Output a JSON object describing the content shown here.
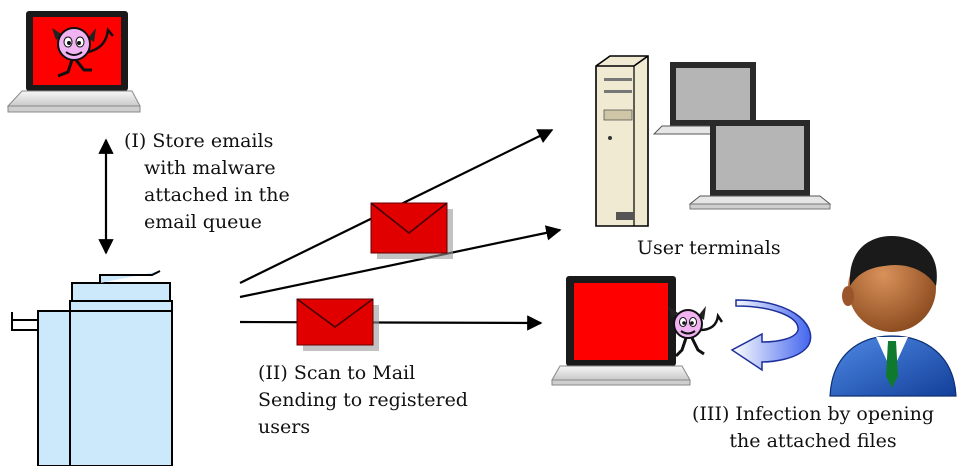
{
  "labels": {
    "step1": [
      "(I) Store emails",
      "with malware",
      "attached in the",
      "email queue"
    ],
    "user_terminals": "User terminals",
    "step2": [
      "(II) Scan to Mail",
      "Sending to registered",
      "users"
    ],
    "step3": [
      "(III) Infection by opening",
      "the attached files"
    ]
  },
  "colors": {
    "screen_red": "#ff0000",
    "envelope_red": "#e00000",
    "mfp_blue": "#cce8fb",
    "devil_pink": "#f2b3f2",
    "arrow_blue": "#3a5fe0",
    "suit_blue": "#1a52b8"
  },
  "icons": {
    "infected_laptop": "laptop-with-devil-icon",
    "printer": "multifunction-printer-icon",
    "terminals": "server-and-pcs-icon",
    "victim_laptop": "laptop-with-devil-icon",
    "person": "businessman-icon",
    "email": "envelope-icon"
  }
}
